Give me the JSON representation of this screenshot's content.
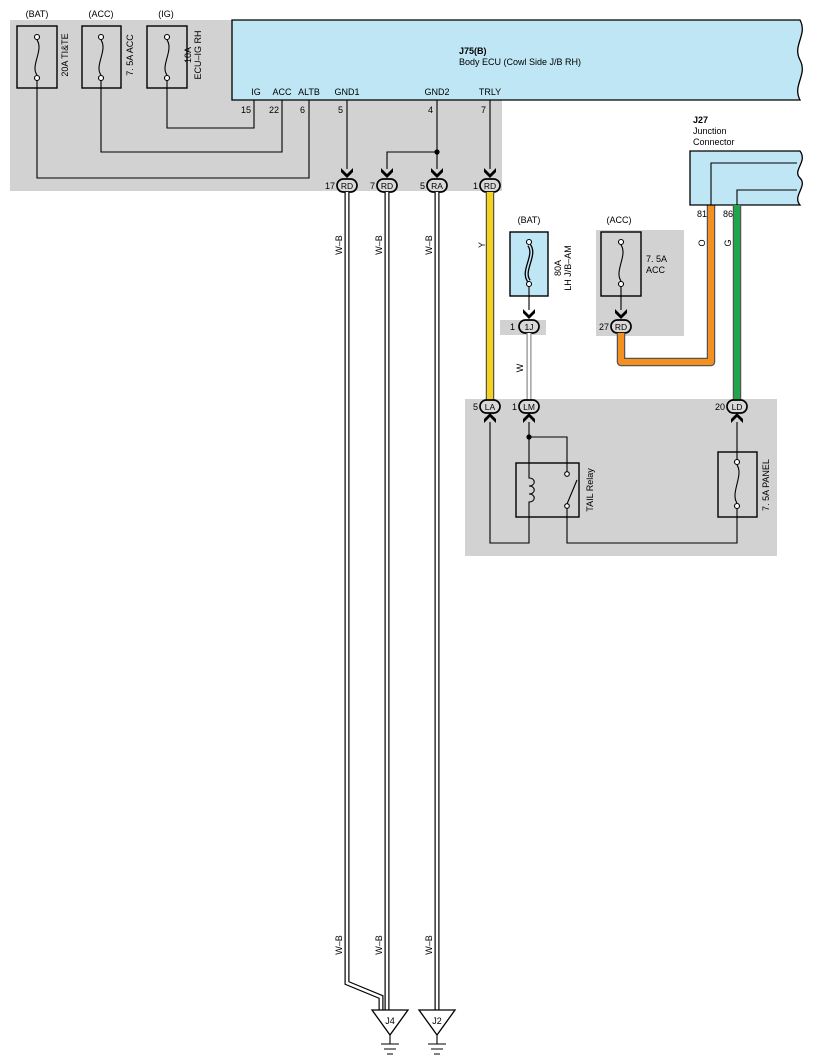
{
  "colors": {
    "ecu_blue": "#bfe6f4",
    "area_gray": "#d2d2d2",
    "wire_yellow": "#f6d21c",
    "wire_orange": "#f3901f",
    "wire_green": "#1fa64b"
  },
  "top_fuses": [
    {
      "source": "(BAT)",
      "label": "20A TI&TE"
    },
    {
      "source": "(ACC)",
      "label": "7. 5A ACC"
    },
    {
      "source": "(IG)",
      "label_line1": "10A",
      "label_line2": "ECU–IG RH"
    }
  ],
  "ecu": {
    "id": "J75(B)",
    "name": "Body ECU (Cowl Side J/B RH)",
    "pins": [
      {
        "name": "IG",
        "number": "15"
      },
      {
        "name": "ACC",
        "number": "22"
      },
      {
        "name": "ALTB",
        "number": "6"
      },
      {
        "name": "GND1",
        "number": "5"
      },
      {
        "name": "GND2",
        "number": "4"
      },
      {
        "name": "TRLY",
        "number": "7"
      }
    ]
  },
  "ecu_connectors": [
    {
      "pin": "17",
      "code": "RD"
    },
    {
      "pin": "7",
      "code": "RD"
    },
    {
      "pin": "5",
      "code": "RA"
    },
    {
      "pin": "1",
      "code": "RD"
    }
  ],
  "wire_labels": {
    "wb_upper": [
      "W–B",
      "W–B",
      "W–B"
    ],
    "wb_lower": [
      "W–B",
      "W–B",
      "W–B"
    ],
    "trly": "Y",
    "lh_jb": "W",
    "acc": "O",
    "panel": "G"
  },
  "lh_jb_fuse": {
    "source": "(BAT)",
    "line1": "80A",
    "line2": "LH J/B–AM",
    "connector_pin": "1",
    "connector_code": "1J"
  },
  "acc_fuse": {
    "source": "(ACC)",
    "line1": "7. 5A",
    "line2": "ACC",
    "connector_pin": "27",
    "connector_code": "RD"
  },
  "junction_connector": {
    "id": "J27",
    "line1": "Junction",
    "line2": "Connector",
    "pins": [
      "81",
      "86"
    ]
  },
  "jb_connectors": [
    {
      "pin": "5",
      "code": "LA"
    },
    {
      "pin": "1",
      "code": "LM"
    },
    {
      "pin": "20",
      "code": "LD"
    }
  ],
  "relay": {
    "label": "TAIL Relay"
  },
  "panel_fuse": {
    "label": "7. 5A PANEL"
  },
  "grounds": [
    "J4",
    "J2"
  ]
}
